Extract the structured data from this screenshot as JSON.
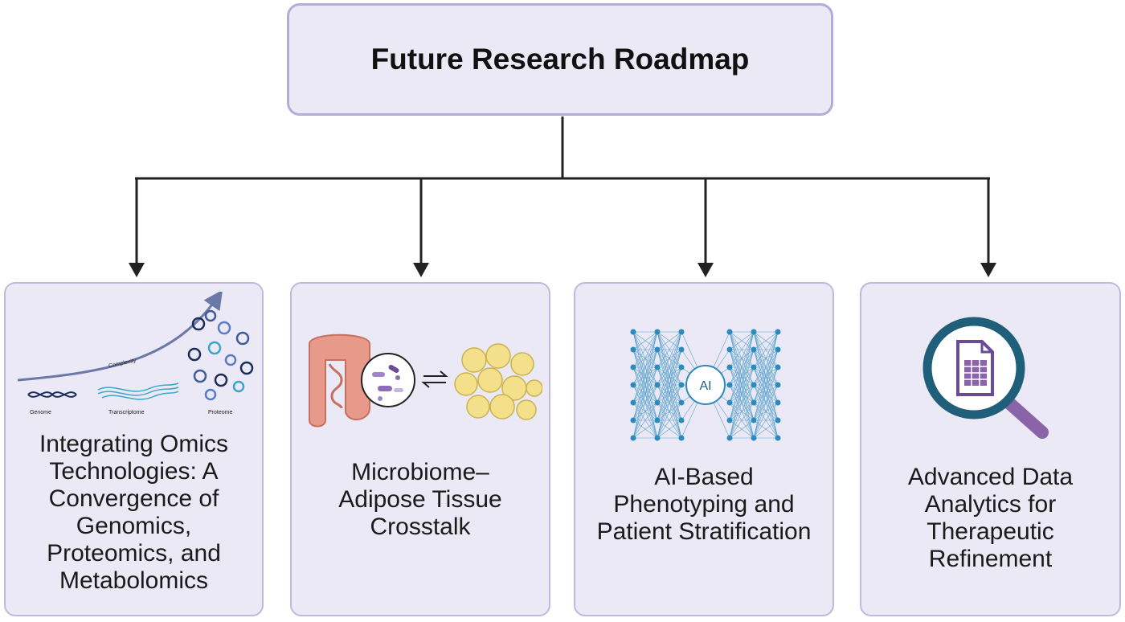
{
  "roadmap": {
    "title": "Future Research Roadmap"
  },
  "colors": {
    "box_fill": "#ebe9f5",
    "box_border": "#b3acd6",
    "connector": "#222222",
    "network_node": "#2b8bbf",
    "magnifier_ring": "#1f5f7a",
    "handle": "#8a63a8",
    "document": "#6b4a96"
  },
  "cards": [
    {
      "title": "Integrating Omics Technologies: A Convergence of Genomics, Proteomics, and Metabolomics",
      "illustration": {
        "arrow_label": "Complexity",
        "labels": [
          "Genome",
          "Transcriptome",
          "Proteome"
        ]
      }
    },
    {
      "title": "Microbiome–Adipose Tissue Crosstalk",
      "illustration": {
        "icons": [
          "intestine-icon",
          "bacteria-lens-icon",
          "equilibrium-arrows-icon",
          "adipocyte-cluster-icon"
        ]
      }
    },
    {
      "title": "AI-Based Phenotyping and Patient Stratification",
      "illustration": {
        "center_label": "AI"
      }
    },
    {
      "title": "Advanced Data Analytics for Therapeutic Refinement",
      "illustration": {
        "icons": [
          "magnifier-icon",
          "spreadsheet-document-icon"
        ]
      }
    }
  ]
}
